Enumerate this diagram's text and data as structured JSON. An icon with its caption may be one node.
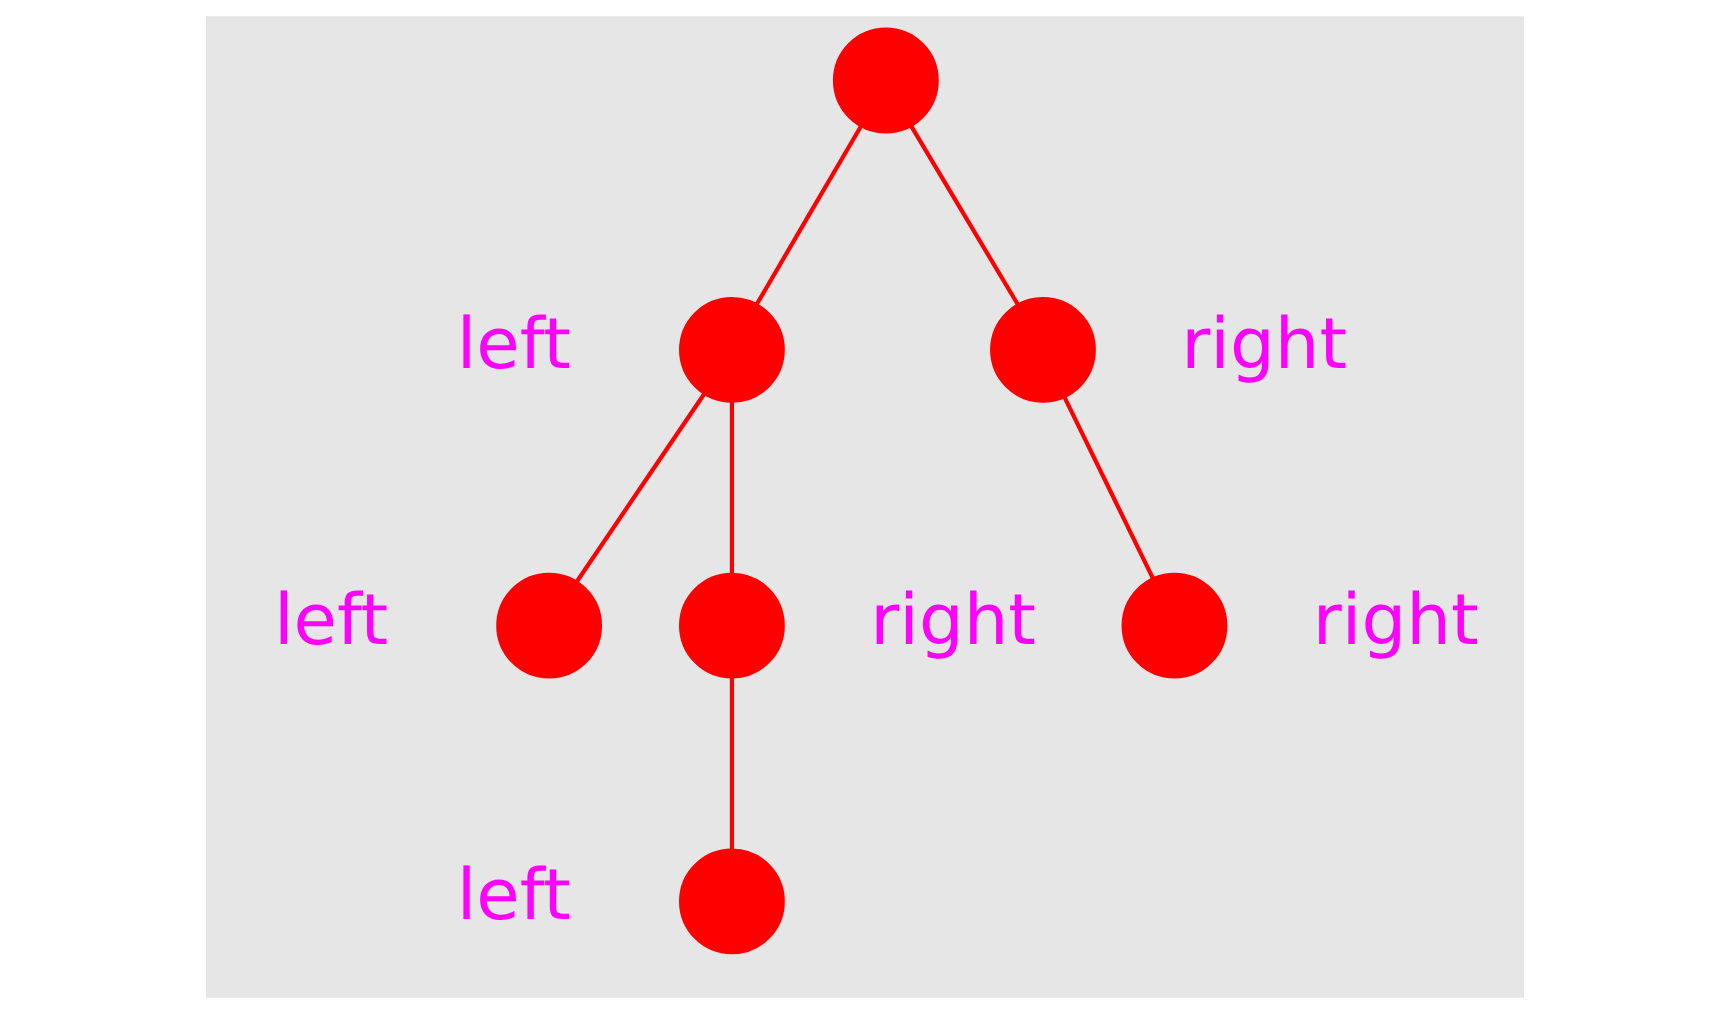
{
  "diagram": {
    "nodes": [
      {
        "text": [],
        "shape": "circle"
      },
      {
        "text": [],
        "shape": "circle",
        "beside": [
          "left"
        ]
      },
      {
        "text": [],
        "shape": "circle",
        "beside": [
          "right"
        ]
      },
      {
        "text": [],
        "shape": "circle",
        "beside": [
          "left"
        ]
      },
      {
        "text": [],
        "shape": "circle",
        "beside": [
          "right"
        ]
      },
      {
        "text": [],
        "shape": "circle",
        "beside": [
          "right"
        ]
      },
      {
        "text": [],
        "shape": "circle",
        "beside": [
          "left"
        ]
      }
    ],
    "edges": [
      {
        "from": 0,
        "to": 1,
        "arrow": "none"
      },
      {
        "from": 0,
        "to": 2,
        "arrow": "none"
      },
      {
        "from": 1,
        "to": 3,
        "arrow": "none"
      },
      {
        "from": 1,
        "to": 4,
        "arrow": "none"
      },
      {
        "from": 2,
        "to": 5,
        "arrow": "none"
      },
      {
        "from": 4,
        "to": 6,
        "arrow": "none"
      }
    ]
  }
}
